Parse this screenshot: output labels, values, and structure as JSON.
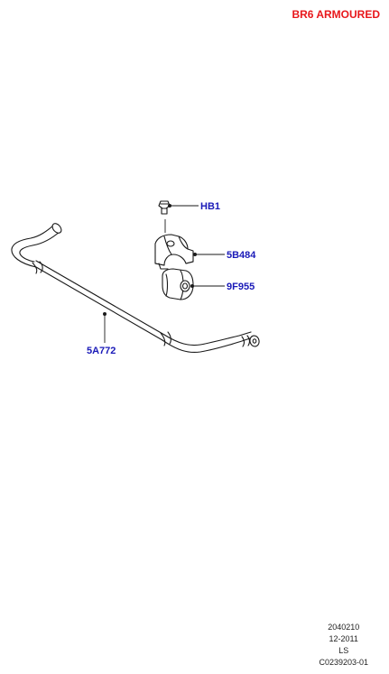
{
  "header": {
    "variant_label": "BR6 ARMOURED"
  },
  "callouts": {
    "bolt": "HB1",
    "clamp": "5B484",
    "bush": "9F955",
    "bar": "5A772"
  },
  "footer": {
    "diagram_number": "2040210",
    "date": "12-2011",
    "initials": "LS",
    "reference": "C0239203-01"
  },
  "colors": {
    "header_text": "#e8171b",
    "callout_text": "#1a1ab8",
    "line_art": "#1a1a1a"
  }
}
